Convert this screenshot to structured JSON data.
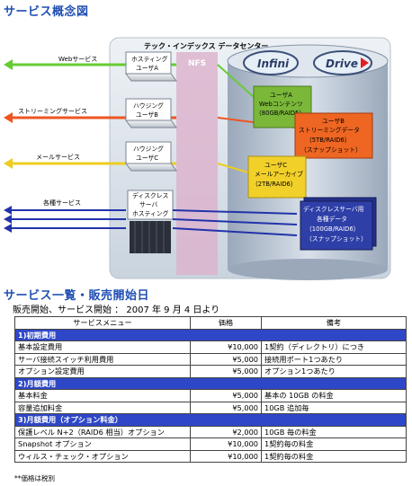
{
  "titles": {
    "concept": "サービス概念図",
    "list": "サービス一覧・販売開始日"
  },
  "diagram": {
    "datacenter_label": "テック・インデックス データセンター",
    "nfs_label": "NFS",
    "logo": {
      "left": "Infini",
      "right": "Drive"
    },
    "services": [
      {
        "label": "Webサービス",
        "color": "#66cc33"
      },
      {
        "label": "ストリーミングサービス",
        "color": "#ee5522"
      },
      {
        "label": "メールサービス",
        "color": "#eecc22"
      },
      {
        "label": "各種サービス",
        "color": "#2233aa"
      }
    ],
    "servers": [
      {
        "line1": "ホスティング",
        "line2": "ユーザA"
      },
      {
        "line1": "ハウジング",
        "line2": "ユーザB"
      },
      {
        "line1": "ハウジング",
        "line2": "ユーザC"
      }
    ],
    "diskless": {
      "line1": "ディスクレス",
      "line2": "サーバ",
      "line3": "ホスティング"
    },
    "storage_blocks": [
      {
        "line1": "ユーザA",
        "line2": "Webコンテンツ",
        "line3": "（80GB/RAID5）",
        "color": "#7bb83a",
        "text_color": "#000"
      },
      {
        "line1": "ユーザB",
        "line2": "ストリーミングデータ",
        "line3": "（5TB/RAID6）",
        "line4": "（スナップショット）",
        "color": "#ee6622",
        "text_color": "#000"
      },
      {
        "line1": "ユーザC",
        "line2": "メールアーカイブ",
        "line3": "（2TB/RAID6）",
        "color": "#f2d02a",
        "text_color": "#000"
      },
      {
        "line1": "ディスクレスサーバ用",
        "line2": "各種データ",
        "line3": "（100GB/RAID6）",
        "line4": "（スナップショット）",
        "color": "#2e3fa8",
        "text_color": "#fff"
      }
    ]
  },
  "sales": {
    "start_label": "販売開始、サービス開始 ： 2007 年 9 月 4 日より",
    "headers": {
      "menu": "サービスメニュー",
      "price": "価格",
      "note": "備考"
    },
    "sections": [
      {
        "title": "1)初期費用",
        "rows": [
          {
            "menu": "基本設定費用",
            "price": "¥10,000",
            "note": "1契約（ディレクトリ）につき"
          },
          {
            "menu": "サーバ接続スイッチ利用費用",
            "price": "¥5,000",
            "note": "接続用ポート1つあたり"
          },
          {
            "menu": "オプション設定費用",
            "price": "¥5,000",
            "note": "オプション1つあたり"
          }
        ]
      },
      {
        "title": "2)月額費用",
        "rows": [
          {
            "menu": "基本料金",
            "price": "¥5,000",
            "note": "基本の 10GB の料金"
          },
          {
            "menu": "容量追加料金",
            "price": "¥5,000",
            "note": "10GB 追加毎"
          }
        ]
      },
      {
        "title": "3)月額費用（オプション料金）",
        "rows": [
          {
            "menu": "保護レベル N+2（RAID6 相当）オプション",
            "price": "¥2,000",
            "note": "10GB 毎の料金"
          },
          {
            "menu": "Snapshot オプション",
            "price": "¥10,000",
            "note": "1契約毎の料金"
          },
          {
            "menu": "ウィルス・チェック・オプション",
            "price": "¥10,000",
            "note": "1契約毎の料金"
          }
        ]
      }
    ],
    "footnote": "**価格は税別"
  }
}
